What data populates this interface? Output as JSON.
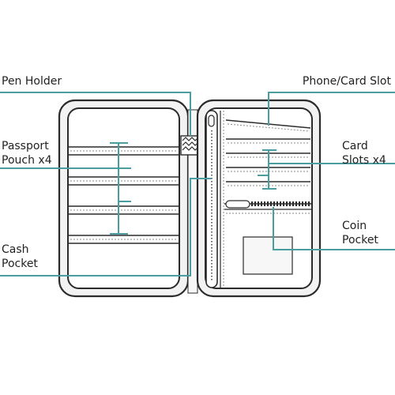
{
  "labels": {
    "pen_holder": "Pen Holder",
    "phone_card_slot": "Phone/Card Slot",
    "passport_line1": "Passport",
    "passport_line2": "Pouch x4",
    "card_line1": "Card",
    "card_line2": "Slots x4",
    "cash_line1": "Cash",
    "cash_line2": "Pocket",
    "coin_line1": "Coin",
    "coin_line2": "Pocket"
  },
  "colors": {
    "callout": "#4a9ea0",
    "outline": "#2b2b2b",
    "fill": "#f2f2f2",
    "stitch": "#888888"
  }
}
